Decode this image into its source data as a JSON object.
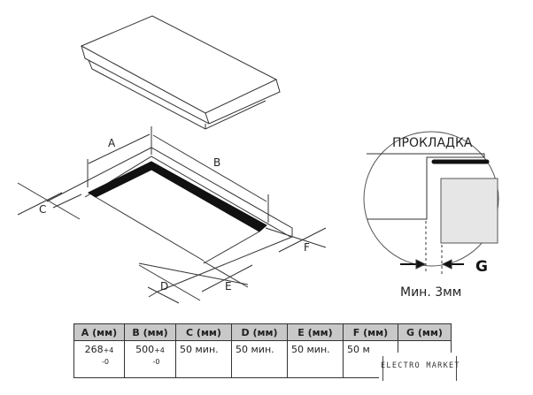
{
  "diagram": {
    "labels": {
      "A": "A",
      "B": "B",
      "C": "C",
      "D": "D",
      "E": "E",
      "F": "F",
      "G": "G"
    },
    "gasket": "ПРОКЛАДКА",
    "min_gap": "Мин. 3мм"
  },
  "table": {
    "headers": [
      "A (мм)",
      "B (мм)",
      "C (мм)",
      "D (мм)",
      "E (мм)",
      "F (мм)",
      "G (мм)"
    ],
    "rows": [
      {
        "a": "268",
        "a_tol_plus": "+4",
        "a_tol_minus": "-0",
        "b": "500",
        "b_tol_plus": "+4",
        "b_tol_minus": "-0",
        "c": "50 мин.",
        "d": "50 мин.",
        "e": "50 мин.",
        "f": "50 м",
        "g": ""
      }
    ]
  },
  "watermark": "ELECTRO MARKET"
}
